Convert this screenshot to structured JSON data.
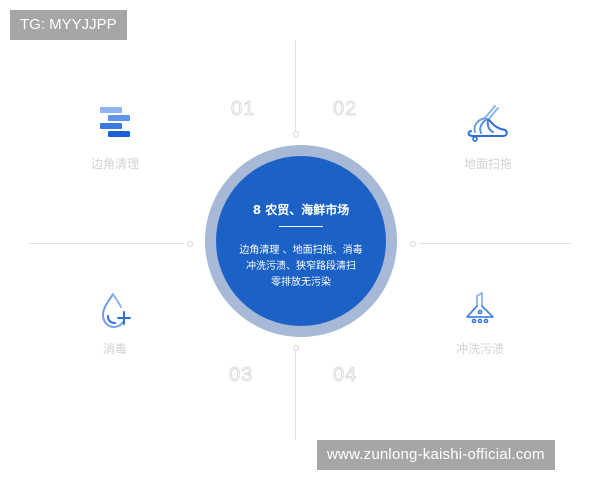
{
  "watermarks": {
    "tg": "TG: MYYJJPP",
    "url": "www.zunlong-kaishi-official.com"
  },
  "center": {
    "title": "8  农贸、海鲜市场",
    "lines": [
      "边角清理 、地面扫拖、消毒",
      "冲洗污渍、狭窄路段清扫",
      "零排放无污染"
    ],
    "colors": {
      "inner": "#1c62c6",
      "ring": "#a7b9d7"
    }
  },
  "items": [
    {
      "number": "01",
      "label": "边角清理",
      "icon": "stacked-bars-icon"
    },
    {
      "number": "02",
      "label": "地面扫拖",
      "icon": "mop-icon"
    },
    {
      "number": "03",
      "label": "消毒",
      "icon": "water-drop-plus-icon"
    },
    {
      "number": "04",
      "label": "冲洗污渍",
      "icon": "shower-head-icon"
    }
  ]
}
